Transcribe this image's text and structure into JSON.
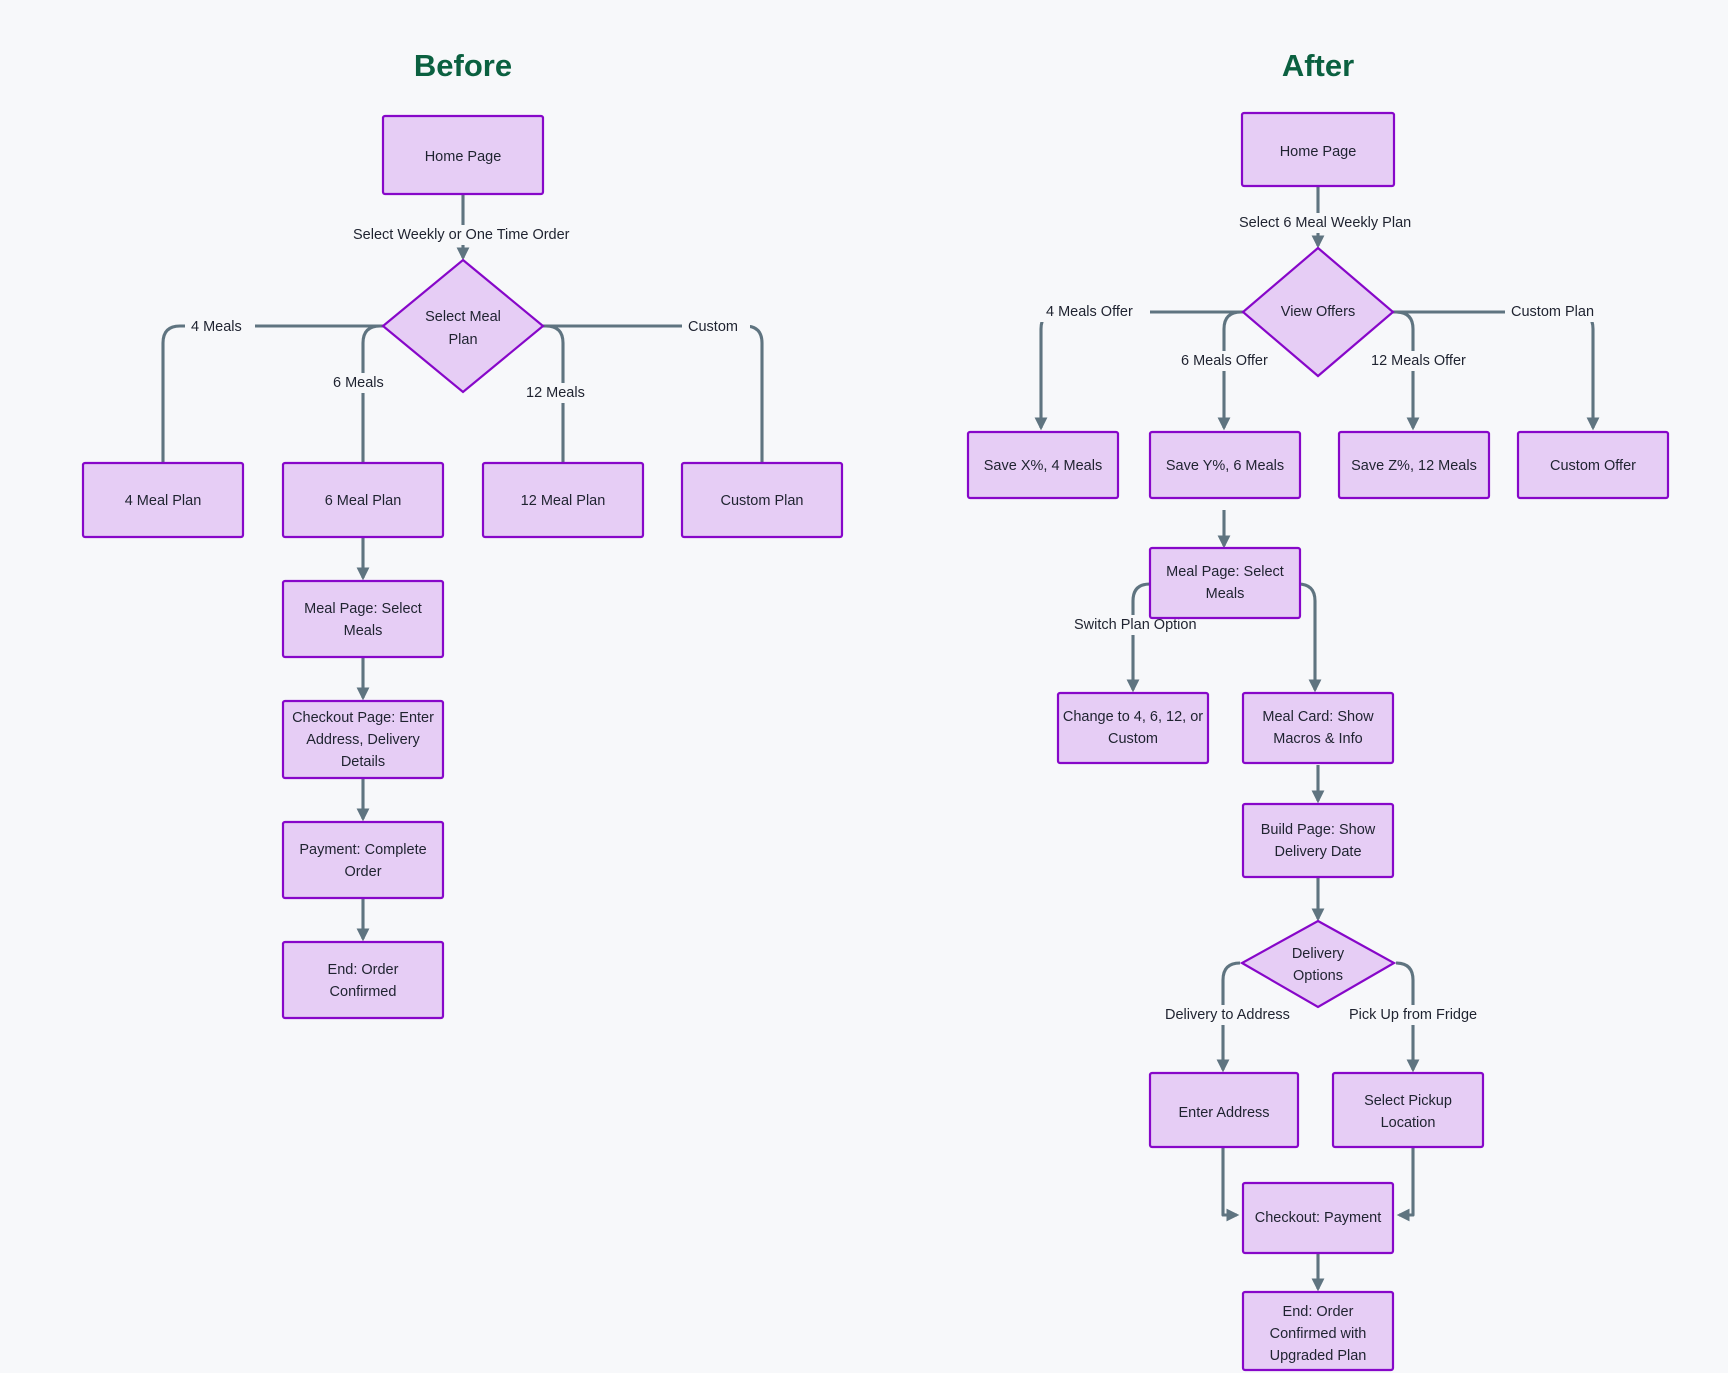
{
  "page": {
    "background_color": "#f7f8fa",
    "title_color": "#0b6040",
    "node_fill_color": "#e6cdf5",
    "node_border_color": "#8707c9",
    "connector_color": "#5f7480",
    "text_color": "#1f2330"
  },
  "columns": [
    {
      "id": "before",
      "title": "Before"
    },
    {
      "id": "after",
      "title": "After"
    }
  ],
  "before": {
    "title": "Before",
    "nodes": {
      "home_page": {
        "label": "Home Page",
        "shape": "rect"
      },
      "select_meal_plan": {
        "label": "Select Meal Plan",
        "line1": "Select Meal",
        "line2": "Plan",
        "shape": "diamond"
      },
      "plan_4": {
        "label": "4 Meal Plan",
        "shape": "rect"
      },
      "plan_6": {
        "label": "6 Meal Plan",
        "shape": "rect"
      },
      "plan_12": {
        "label": "12 Meal Plan",
        "shape": "rect"
      },
      "plan_custom": {
        "label": "Custom Plan",
        "shape": "rect"
      },
      "meal_page": {
        "label": "Meal Page: Select Meals",
        "line1": "Meal Page: Select",
        "line2": "Meals",
        "shape": "rect"
      },
      "checkout_page": {
        "label": "Checkout Page: Enter Address, Delivery Details",
        "line1": "Checkout Page: Enter",
        "line2": "Address, Delivery",
        "line3": "Details",
        "shape": "rect"
      },
      "payment": {
        "label": "Payment: Complete Order",
        "line1": "Payment: Complete",
        "line2": "Order",
        "shape": "rect"
      },
      "end": {
        "label": "End: Order Confirmed",
        "line1": "End: Order",
        "line2": "Confirmed",
        "shape": "rect"
      }
    },
    "edge_labels": {
      "home_to_decision": "Select Weekly or One Time Order",
      "to_plan_4": "4 Meals",
      "to_plan_6": "6 Meals",
      "to_plan_12": "12 Meals",
      "to_plan_custom": "Custom"
    }
  },
  "after": {
    "title": "After",
    "nodes": {
      "home_page": {
        "label": "Home Page",
        "shape": "rect"
      },
      "view_offers": {
        "label": "View Offers",
        "shape": "diamond"
      },
      "save_x": {
        "label": "Save X%, 4 Meals",
        "shape": "rect"
      },
      "save_y": {
        "label": "Save Y%, 6 Meals",
        "shape": "rect"
      },
      "save_z": {
        "label": "Save Z%, 12 Meals",
        "shape": "rect"
      },
      "custom_offer": {
        "label": "Custom Offer",
        "shape": "rect"
      },
      "meal_page": {
        "label": "Meal Page: Select Meals",
        "line1": "Meal Page: Select",
        "line2": "Meals",
        "shape": "rect"
      },
      "change_plan": {
        "label": "Change to 4, 6, 12, or Custom",
        "line1": "Change to 4, 6, 12, or",
        "line2": "Custom",
        "shape": "rect"
      },
      "meal_card": {
        "label": "Meal Card: Show Macros & Info",
        "line1": "Meal Card: Show",
        "line2": "Macros & Info",
        "shape": "rect"
      },
      "build_page": {
        "label": "Build Page: Show Delivery Date",
        "line1": "Build Page: Show",
        "line2": "Delivery Date",
        "shape": "rect"
      },
      "delivery_options": {
        "label": "Delivery Options",
        "line1": "Delivery",
        "line2": "Options",
        "shape": "diamond"
      },
      "enter_address": {
        "label": "Enter Address",
        "shape": "rect"
      },
      "select_pickup": {
        "label": "Select Pickup Location",
        "line1": "Select Pickup",
        "line2": "Location",
        "shape": "rect"
      },
      "checkout_payment": {
        "label": "Checkout: Payment",
        "shape": "rect"
      },
      "end": {
        "label": "End: Order Confirmed with Upgraded Plan",
        "line1": "End: Order",
        "line2": "Confirmed with",
        "line3": "Upgraded Plan",
        "shape": "rect"
      }
    },
    "edge_labels": {
      "home_to_offers": "Select 6 Meal Weekly Plan",
      "to_save_x": "4 Meals Offer",
      "to_save_y": "6 Meals Offer",
      "to_save_z": "12 Meals Offer",
      "to_custom_offer": "Custom Plan",
      "switch_plan": "Switch Plan Option",
      "delivery_to_address": "Delivery to Address",
      "pick_up_from_fridge": "Pick Up from Fridge"
    }
  }
}
